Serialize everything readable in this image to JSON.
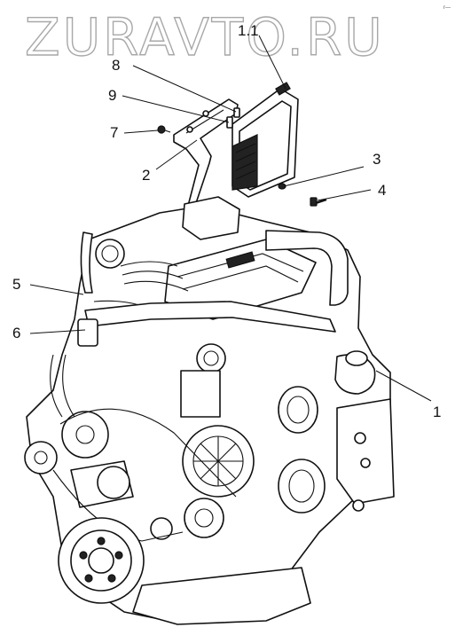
{
  "watermark": "ZURAVTO.RU",
  "corner_mark": "r—",
  "callouts": {
    "c_1_1": "1.1",
    "c_8": "8",
    "c_9": "9",
    "c_7": "7",
    "c_2": "2",
    "c_3": "3",
    "c_4": "4",
    "c_5": "5",
    "c_6": "6",
    "c_1": "1"
  },
  "colors": {
    "ink": "#111111",
    "watermark_outline": "#a8a8a8",
    "background": "#ffffff"
  }
}
